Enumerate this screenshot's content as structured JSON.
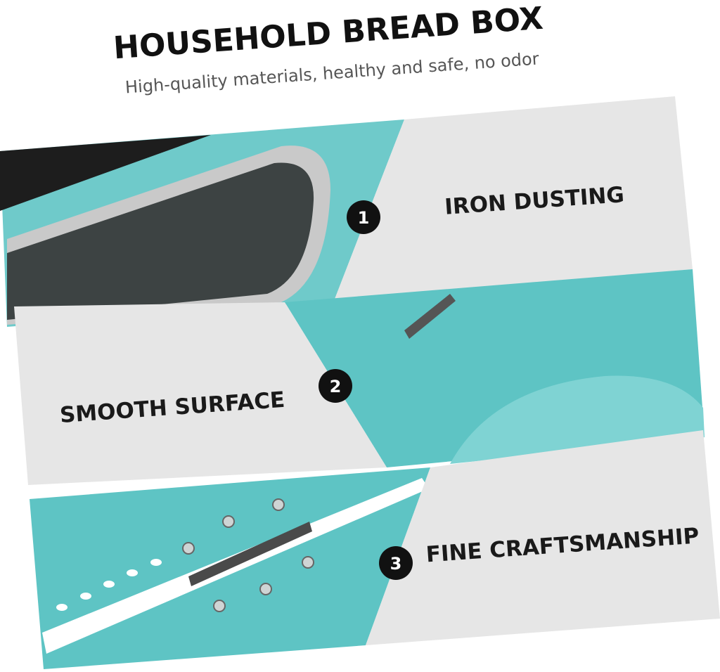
{
  "header": {
    "title": "HOUSEHOLD BREAD BOX",
    "subtitle": "High-quality materials, healthy and safe, no odor"
  },
  "features": [
    {
      "number": "1",
      "label": "IRON DUSTING"
    },
    {
      "number": "2",
      "label": "SMOOTH SURFACE"
    },
    {
      "number": "3",
      "label": "FINE CRAFTSMANSHIP"
    }
  ],
  "colors": {
    "teal": "#5ec4c4",
    "teal_light": "#7fd3d3",
    "panel_grey": "#e6e6e6",
    "badge": "#111111"
  }
}
